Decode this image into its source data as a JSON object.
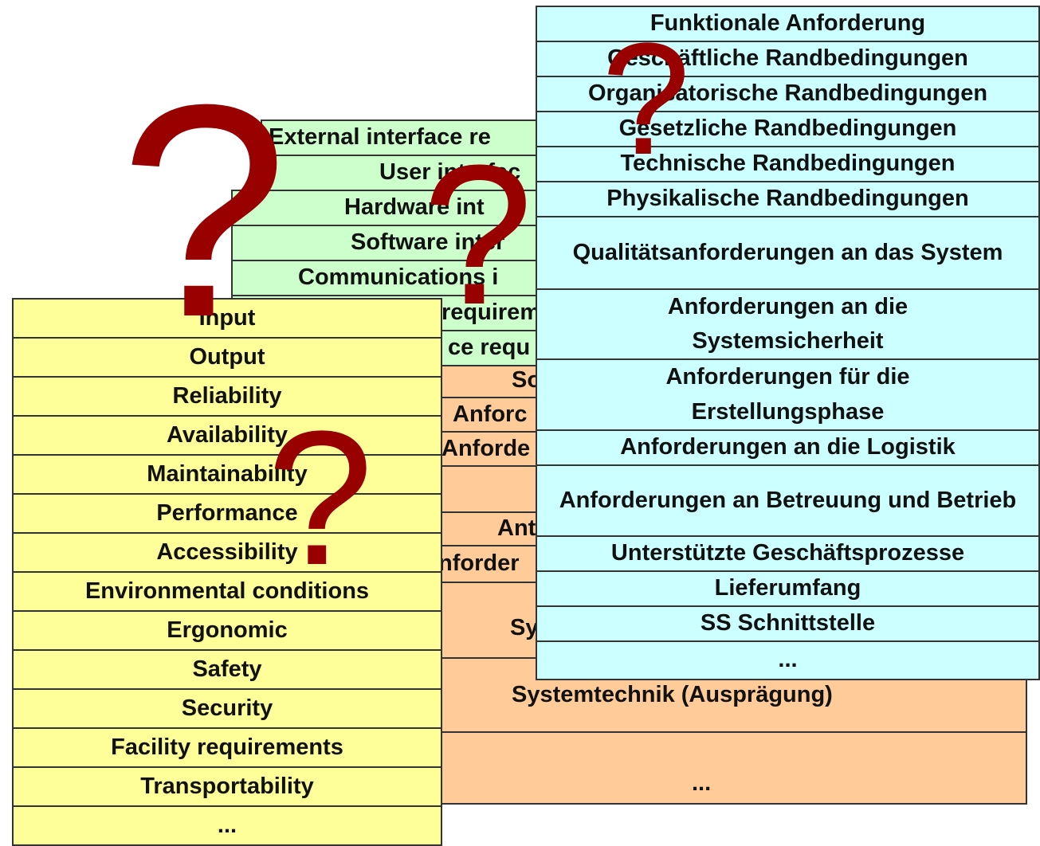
{
  "orange_panel": {
    "rows": [
      {
        "label": "So"
      },
      {
        "label": "Anforc"
      },
      {
        "label": "Anforde"
      },
      {
        "label": ""
      },
      {
        "label": "Ant"
      },
      {
        "label": "nforder"
      },
      {
        "label": "Sy"
      },
      {
        "label": "Systemtechnik (Ausprägung)"
      },
      {
        "label": "..."
      }
    ]
  },
  "green_panel": {
    "rows": [
      {
        "label": "External interface re"
      },
      {
        "label": "User interfac"
      },
      {
        "label": "Hardware int"
      },
      {
        "label": "Software inter"
      },
      {
        "label": "Communications i"
      },
      {
        "label": "requireme"
      },
      {
        "label": "ce requ"
      }
    ]
  },
  "yellow_panel": {
    "rows": [
      {
        "label": "Input"
      },
      {
        "label": "Output"
      },
      {
        "label": "Reliability"
      },
      {
        "label": "Availability"
      },
      {
        "label": "Maintainability"
      },
      {
        "label": "Performance"
      },
      {
        "label": "Accessibility"
      },
      {
        "label": "Environmental conditions"
      },
      {
        "label": "Ergonomic"
      },
      {
        "label": "Safety"
      },
      {
        "label": "Security"
      },
      {
        "label": "Facility requirements"
      },
      {
        "label": "Transportability"
      },
      {
        "label": "..."
      }
    ]
  },
  "cyan_panel": {
    "rows": [
      {
        "label": "Funktionale Anforderung"
      },
      {
        "label": "Geschäftliche Randbedingungen"
      },
      {
        "label": "Organisatorische Randbedingungen"
      },
      {
        "label": "Gesetzliche Randbedingungen"
      },
      {
        "label": "Technische Randbedingungen"
      },
      {
        "label": "Physikalische Randbedingungen"
      },
      {
        "label": "Qualitätsanforderungen an das System"
      },
      {
        "label": "Anforderungen an die Systemsicherheit"
      },
      {
        "label": "Anforderungen für die Erstellungsphase"
      },
      {
        "label": "Anforderungen an die Logistik"
      },
      {
        "label": "Anforderungen an Betreuung und Betrieb"
      },
      {
        "label": "Unterstützte Geschäftsprozesse"
      },
      {
        "label": "Lieferumfang"
      },
      {
        "label": "SS Schnittstelle"
      },
      {
        "label": "..."
      }
    ]
  },
  "question_marks": [
    "?",
    "?",
    "?",
    "?"
  ],
  "colors": {
    "orange": "#ffcc99",
    "green": "#ccffcc",
    "yellow": "#ffff99",
    "cyan": "#ccffff",
    "question_mark": "#990000"
  }
}
